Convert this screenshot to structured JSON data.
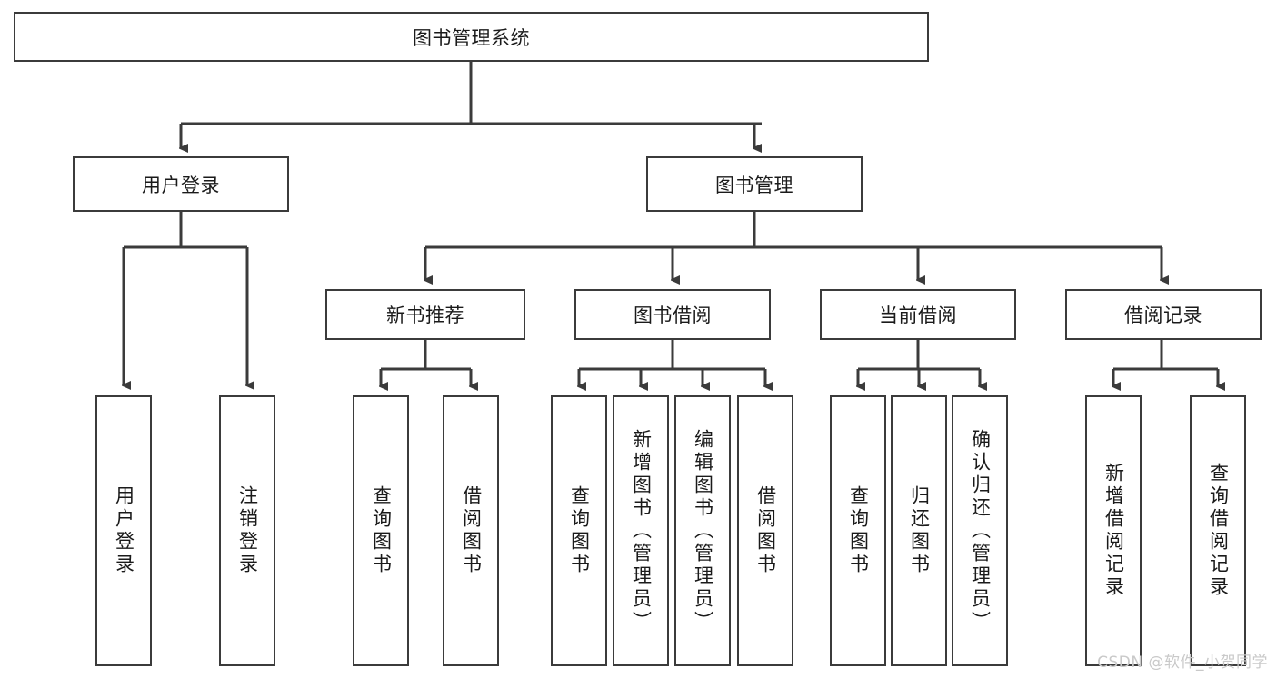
{
  "diagram": {
    "type": "tree-hierarchy",
    "title": "图书管理系统",
    "watermark": "CSDN @软件_小贺同学",
    "colors": {
      "background": "#ffffff",
      "node_fill": "#ffffff",
      "node_border": "#3b3b3b",
      "connector": "#3b3b3b",
      "text": "#1a1a1a",
      "watermark": "#c9c9c9"
    },
    "nodes": {
      "root": {
        "label": "图书管理系统",
        "orientation": "horizontal"
      },
      "level1": [
        {
          "id": "user-login",
          "label": "用户登录",
          "orientation": "horizontal"
        },
        {
          "id": "book-manage",
          "label": "图书管理",
          "orientation": "horizontal"
        }
      ],
      "level2": [
        {
          "id": "new-book-rec",
          "label": "新书推荐",
          "orientation": "horizontal"
        },
        {
          "id": "book-borrow",
          "label": "图书借阅",
          "orientation": "horizontal"
        },
        {
          "id": "current-borrow",
          "label": "当前借阅",
          "orientation": "horizontal"
        },
        {
          "id": "borrow-record",
          "label": "借阅记录",
          "orientation": "horizontal"
        }
      ],
      "leaves": {
        "user-login": [
          {
            "id": "leaf-user-login",
            "label": "用户登录",
            "orientation": "vertical"
          },
          {
            "id": "leaf-logout",
            "label": "注销登录",
            "orientation": "vertical"
          }
        ],
        "new-book-rec": [
          {
            "id": "leaf-query-book-1",
            "label": "查询图书",
            "orientation": "vertical"
          },
          {
            "id": "leaf-borrow-book-1",
            "label": "借阅图书",
            "orientation": "vertical"
          }
        ],
        "book-borrow": [
          {
            "id": "leaf-query-book-2",
            "label": "查询图书",
            "orientation": "vertical"
          },
          {
            "id": "leaf-add-book",
            "label": "新增图书（管理员）",
            "orientation": "vertical"
          },
          {
            "id": "leaf-edit-book",
            "label": "编辑图书（管理员）",
            "orientation": "vertical"
          },
          {
            "id": "leaf-borrow-book-2",
            "label": "借阅图书",
            "orientation": "vertical"
          }
        ],
        "current-borrow": [
          {
            "id": "leaf-query-book-3",
            "label": "查询图书",
            "orientation": "vertical"
          },
          {
            "id": "leaf-return-book",
            "label": "归还图书",
            "orientation": "vertical"
          },
          {
            "id": "leaf-confirm-return",
            "label": "确认归还（管理员）",
            "orientation": "vertical"
          }
        ],
        "borrow-record": [
          {
            "id": "leaf-add-record",
            "label": "新增借阅记录",
            "orientation": "vertical"
          },
          {
            "id": "leaf-query-record",
            "label": "查询借阅记录",
            "orientation": "vertical"
          }
        ]
      }
    }
  }
}
